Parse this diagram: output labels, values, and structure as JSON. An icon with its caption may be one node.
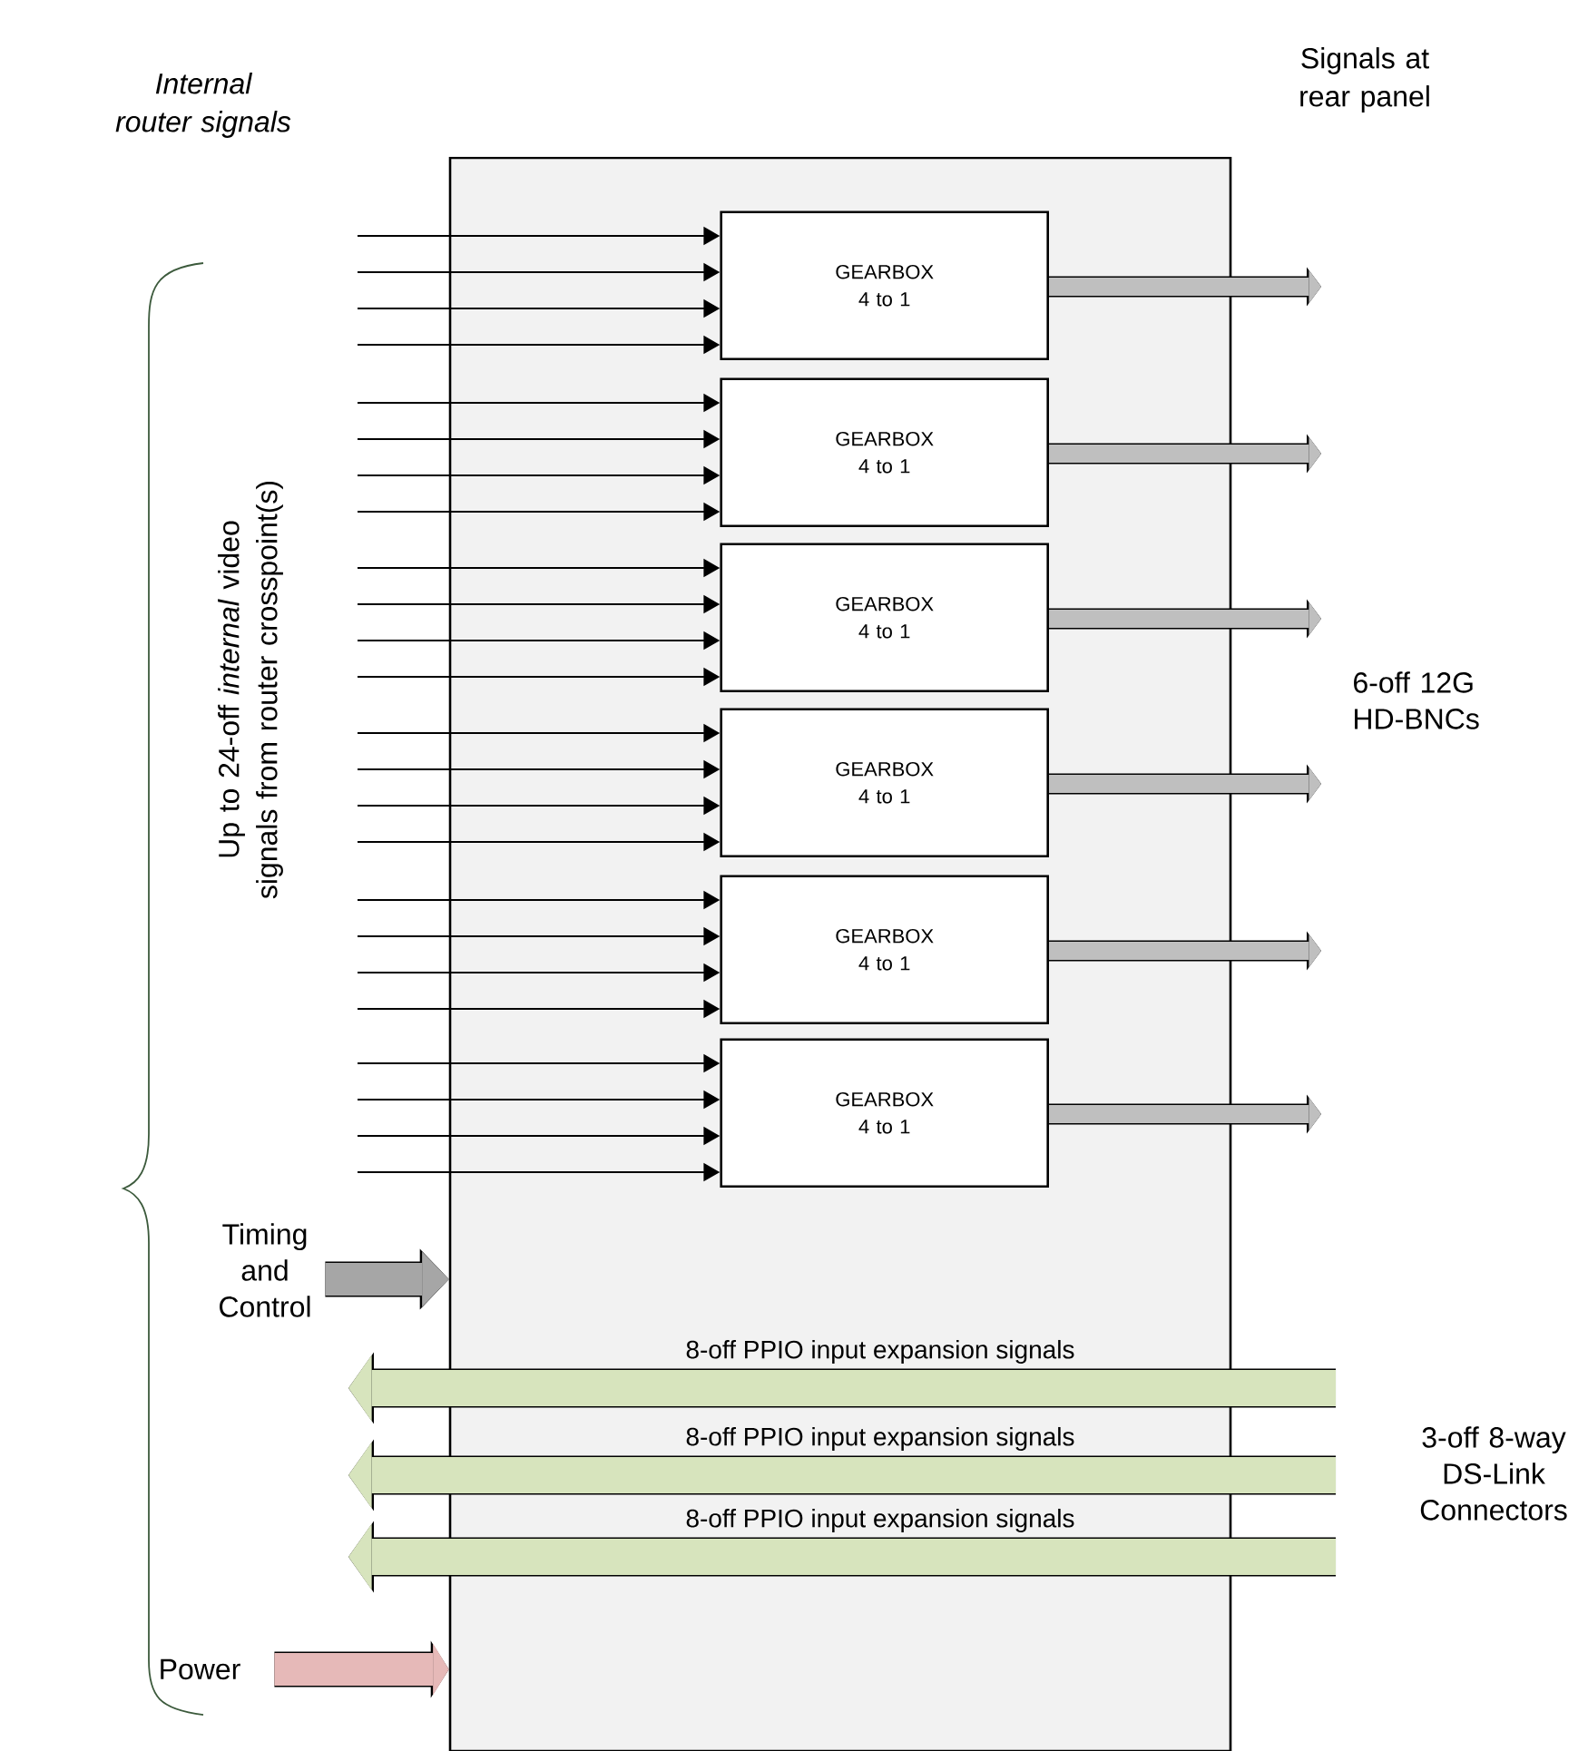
{
  "diagram": {
    "nodes": [
      {
        "text": [],
        "shape": "box"
      },
      {
        "text": [
          "GEARBOX 4 to 1"
        ],
        "in": 0
      },
      {
        "text": [
          "GEARBOX 4 to 1"
        ],
        "in": 0
      },
      {
        "text": [
          "GEARBOX 4 to 1"
        ],
        "in": 0
      },
      {
        "text": [
          "GEARBOX 4 to 1"
        ],
        "in": 0
      },
      {
        "text": [
          "GEARBOX 4 to 1"
        ],
        "in": 0
      },
      {
        "text": [
          "GEARBOX 4 to 1"
        ],
        "in": 0
      },
      {
        "text": [
          "Timing and Control"
        ]
      },
      {
        "text": [
          "Power"
        ]
      },
      {
        "text": [
          "6-off 12G HD-BNCs"
        ]
      },
      {
        "text": [
          "3-off 8-way DS-Link Connectors"
        ]
      }
    ],
    "edges": [
      {
        "from": null,
        "to": 1,
        "arrow": "to"
      },
      {
        "from": null,
        "to": 1,
        "arrow": "to"
      },
      {
        "from": null,
        "to": 1,
        "arrow": "to"
      },
      {
        "from": null,
        "to": 1,
        "arrow": "to"
      },
      {
        "from": null,
        "to": 2,
        "arrow": "to"
      },
      {
        "from": null,
        "to": 2,
        "arrow": "to"
      },
      {
        "from": null,
        "to": 2,
        "arrow": "to"
      },
      {
        "from": null,
        "to": 2,
        "arrow": "to"
      },
      {
        "from": null,
        "to": 3,
        "arrow": "to"
      },
      {
        "from": null,
        "to": 3,
        "arrow": "to"
      },
      {
        "from": null,
        "to": 3,
        "arrow": "to"
      },
      {
        "from": null,
        "to": 3,
        "arrow": "to"
      },
      {
        "from": null,
        "to": 4,
        "arrow": "to"
      },
      {
        "from": null,
        "to": 4,
        "arrow": "to"
      },
      {
        "from": null,
        "to": 4,
        "arrow": "to"
      },
      {
        "from": null,
        "to": 4,
        "arrow": "to"
      },
      {
        "from": null,
        "to": 5,
        "arrow": "to"
      },
      {
        "from": null,
        "to": 5,
        "arrow": "to"
      },
      {
        "from": null,
        "to": 5,
        "arrow": "to"
      },
      {
        "from": null,
        "to": 5,
        "arrow": "to"
      },
      {
        "from": null,
        "to": 6,
        "arrow": "to"
      },
      {
        "from": null,
        "to": 6,
        "arrow": "to"
      },
      {
        "from": null,
        "to": 6,
        "arrow": "to"
      },
      {
        "from": null,
        "to": 6,
        "arrow": "to"
      },
      {
        "from": 1,
        "to": null,
        "arrow": "to",
        "style": "thick",
        "color": "#bfbfbf"
      },
      {
        "from": 2,
        "to": null,
        "arrow": "to",
        "style": "thick",
        "color": "#bfbfbf"
      },
      {
        "from": 3,
        "to": null,
        "arrow": "to",
        "style": "thick",
        "color": "#bfbfbf"
      },
      {
        "from": 4,
        "to": null,
        "arrow": "to",
        "style": "thick",
        "color": "#bfbfbf"
      },
      {
        "from": 5,
        "to": null,
        "arrow": "to",
        "style": "thick",
        "color": "#bfbfbf"
      },
      {
        "from": 6,
        "to": null,
        "arrow": "to",
        "style": "thick",
        "color": "#bfbfbf"
      },
      {
        "from": 7,
        "to": 0,
        "arrow": "to",
        "style": "thick",
        "color": "#a6a6a6"
      },
      {
        "from": 10,
        "to": null,
        "arrow": "to",
        "style": "thick",
        "color": "#d7e4bd",
        "label": "8-off PPIO input expansion signals"
      },
      {
        "from": 10,
        "to": null,
        "arrow": "to",
        "style": "thick",
        "color": "#d7e4bd",
        "label": "8-off PPIO input expansion signals"
      },
      {
        "from": 10,
        "to": null,
        "arrow": "to",
        "style": "thick",
        "color": "#d7e4bd",
        "label": "8-off PPIO input expansion signals"
      },
      {
        "from": 8,
        "to": 0,
        "arrow": "to",
        "style": "thick",
        "color": "#e6b9b8"
      }
    ],
    "labels": [
      "Internal router signals",
      "Signals at rear panel",
      "Up to 24-off *internal* video signals from router crosspoint(s)"
    ]
  }
}
